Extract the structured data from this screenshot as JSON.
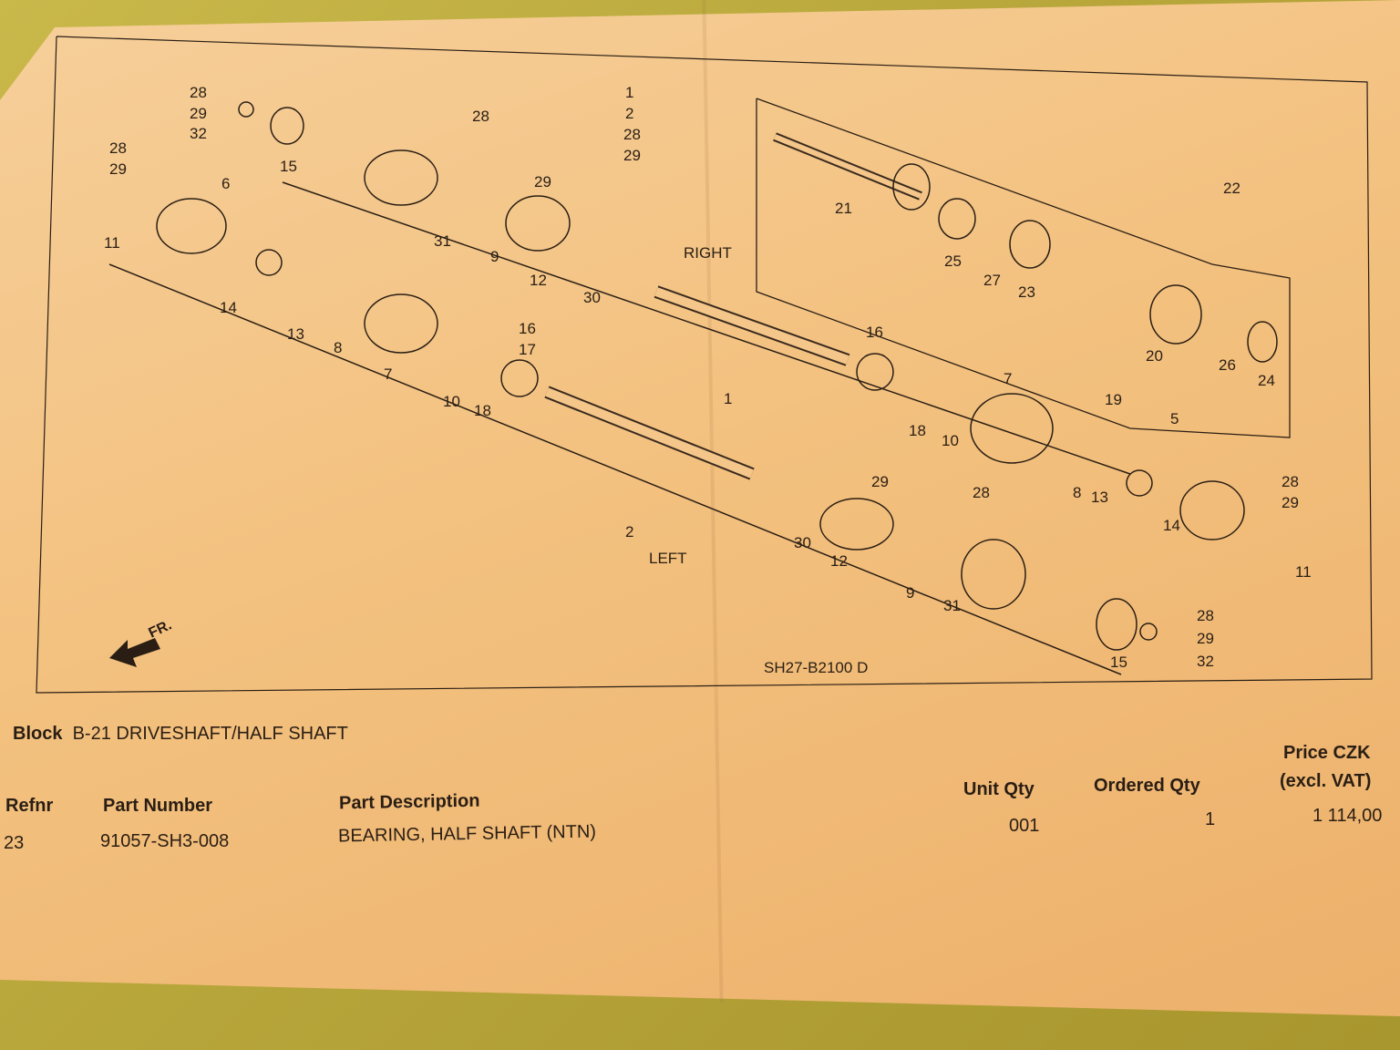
{
  "diagram": {
    "code": "SH27-B2100 D",
    "front_arrow": "FR.",
    "side_right": "RIGHT",
    "side_left": "LEFT",
    "callouts": [
      "28",
      "29",
      "32",
      "15",
      "28",
      "29",
      "28",
      "29",
      "6",
      "11",
      "31",
      "9",
      "12",
      "30",
      "14",
      "13",
      "8",
      "7",
      "16",
      "17",
      "10",
      "18",
      "1",
      "2",
      "28",
      "29",
      "1",
      "2",
      "21",
      "25",
      "27",
      "23",
      "22",
      "20",
      "26",
      "24",
      "19",
      "16",
      "18",
      "10",
      "7",
      "5",
      "8",
      "13",
      "14",
      "28",
      "29",
      "11",
      "29",
      "28",
      "30",
      "12",
      "9",
      "31",
      "15",
      "28",
      "29",
      "32"
    ]
  },
  "block": {
    "label": "Block",
    "title": "B-21 DRIVESHAFT/HALF SHAFT"
  },
  "table": {
    "headers": {
      "refnr": "Refnr",
      "part_number": "Part Number",
      "description": "Part Description",
      "unit_qty": "Unit Qty",
      "ordered_qty": "Ordered Qty",
      "price_line1": "Price CZK",
      "price_line2": "(excl. VAT)"
    },
    "rows": [
      {
        "refnr": "23",
        "part_number": "91057-SH3-008",
        "description": "BEARING, HALF SHAFT (NTN)",
        "unit_qty": "001",
        "ordered_qty": "1",
        "price": "1 114,00"
      }
    ]
  }
}
